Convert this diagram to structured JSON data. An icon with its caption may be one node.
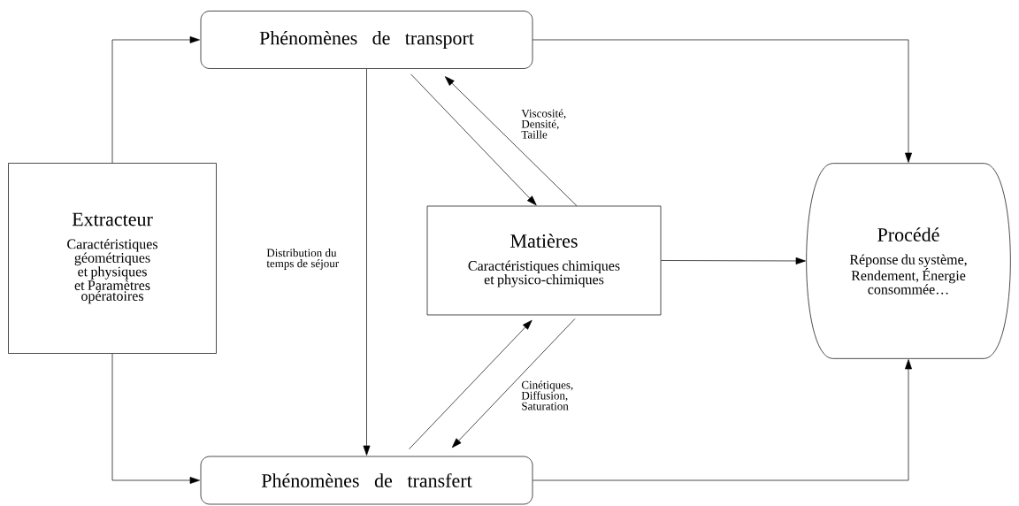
{
  "diagram": {
    "nodes": [
      {
        "text": [
          "Extracteur",
          "Caractéristiques géométriques et physiques et Paramètres opératoires"
        ]
      },
      {
        "text": [
          "Phénomènes de transport"
        ]
      },
      {
        "text": [
          "Matières",
          "Caractéristiques chimiques et physico-chimiques"
        ]
      },
      {
        "text": [
          "Procédé",
          "Réponse du système, Rendement, Énergie consommée…"
        ]
      },
      {
        "text": [
          "Phénomènes de transfert"
        ]
      }
    ],
    "edges": [
      {
        "from": 0,
        "to": 1,
        "arrow": "to"
      },
      {
        "from": 0,
        "to": 4,
        "arrow": "to"
      },
      {
        "from": 1,
        "to": 3,
        "arrow": "to"
      },
      {
        "from": 4,
        "to": 3,
        "arrow": "to"
      },
      {
        "from": 1,
        "to": 4,
        "arrow": "to",
        "label": "Distribution du temps de séjour"
      },
      {
        "from": 1,
        "to": 2,
        "arrow": "to"
      },
      {
        "from": 2,
        "to": 1,
        "arrow": "to",
        "label": "Viscosité, Densité, Taille"
      },
      {
        "from": 2,
        "to": 4,
        "arrow": "to",
        "label": "Cinétiques, Diffusion, Saturation"
      },
      {
        "from": 4,
        "to": 2,
        "arrow": "to"
      },
      {
        "from": 2,
        "to": 3,
        "arrow": "to"
      }
    ]
  }
}
